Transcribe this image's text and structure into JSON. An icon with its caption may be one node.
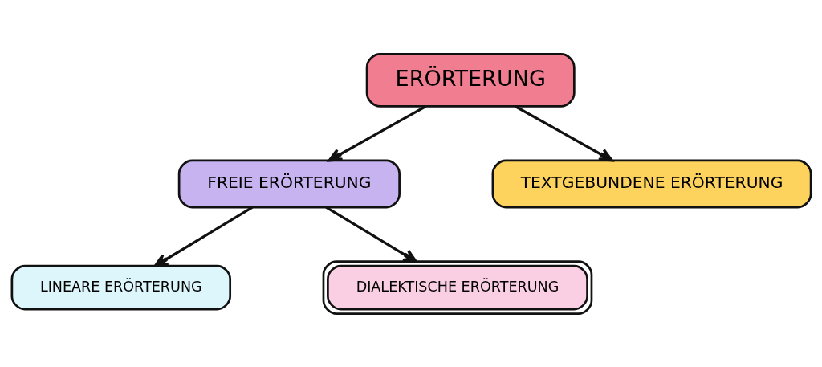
{
  "diagram": {
    "nodes": [
      {
        "text": [
          "ERÖRTERUNG"
        ]
      },
      {
        "text": [
          "FREIE ERÖRTERUNG"
        ]
      },
      {
        "text": [
          "TEXTGEBUNDENE ERÖRTERUNG"
        ]
      },
      {
        "text": [
          "LINEARE ERÖRTERUNG"
        ]
      },
      {
        "text": [
          "DIALEKTISCHE ERÖRTERUNG"
        ]
      }
    ],
    "edges": [
      {
        "from": 0,
        "to": 1,
        "arrow": "to"
      },
      {
        "from": 0,
        "to": 2,
        "arrow": "to"
      },
      {
        "from": 1,
        "to": 3,
        "arrow": "to"
      },
      {
        "from": 1,
        "to": 4,
        "arrow": "to"
      }
    ]
  }
}
